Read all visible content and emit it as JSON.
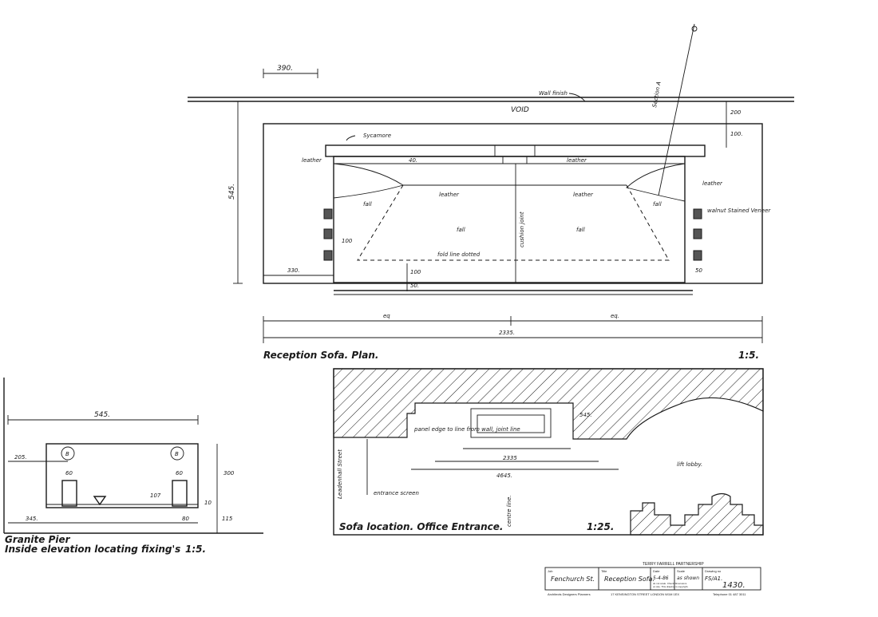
{
  "plan": {
    "title": "Reception Sofa.  Plan.",
    "scale": "1:5.",
    "labels": {
      "wall_finish": "Wall finish",
      "section_a": "Section A",
      "void": "VOID",
      "sycamore": "Sycamore",
      "leather": "leather",
      "fall": "fall",
      "cushion_joint": "cushion joint",
      "fold_line": "fold line dotted",
      "walnut_veneer": "walnut Stained Veneer"
    },
    "dims": {
      "d390": "390.",
      "d545": "545.",
      "d200": "200",
      "d100a": "100.",
      "d40": "40.",
      "d100b": "100",
      "d330": "330.",
      "d100c": "100",
      "d50a": "50.",
      "d50b": "50",
      "eq1": "eq",
      "eq2": "eq.",
      "d2335": "2335."
    }
  },
  "elevation": {
    "title_line1": "Granite Pier",
    "title_line2": "Inside elevation  locating fixing's",
    "scale": "1:5.",
    "dims": {
      "d545": "545.",
      "d205": "205.",
      "d60a": "60",
      "d60b": "60",
      "d107": "107",
      "d300": "300",
      "d10": "10",
      "d345": "345.",
      "d80": "80",
      "d115": "115"
    },
    "marks": {
      "b1": "B",
      "b2": "B"
    }
  },
  "location": {
    "title": "Sofa location.  Office Entrance.",
    "scale": "1:25.",
    "labels": {
      "street": "Leadenhall Street",
      "entrance": "entrance screen",
      "lift_lobby": "lift lobby.",
      "centre_line": "centre line.",
      "note": "panel edge to line from wall, joint line"
    },
    "dims": {
      "d545": "545.",
      "d2335": "2335",
      "d4645": "4645."
    }
  },
  "title_block": {
    "firm": "TERRY FARRELL PARTNERSHIP",
    "job_label": "Job",
    "job": "Fenchurch St.",
    "title_label": "Title",
    "title": "Reception Sofa.",
    "date_label": "Date",
    "date": "5-4-86",
    "scale_label": "Scale",
    "scale": "as shown",
    "drawing_label": "Drawing no",
    "drawing": "FS/A1.",
    "number": "1430.",
    "note1": "do not scale. Check dimensions",
    "note2": "on site. This drawing is copyright.",
    "footer_left": "Architects  Designers  Planners",
    "footer_mid": "17 KENSINGTON STREET  LONDON W1M 1EX",
    "footer_right": "Telephone 01 487 3011"
  }
}
